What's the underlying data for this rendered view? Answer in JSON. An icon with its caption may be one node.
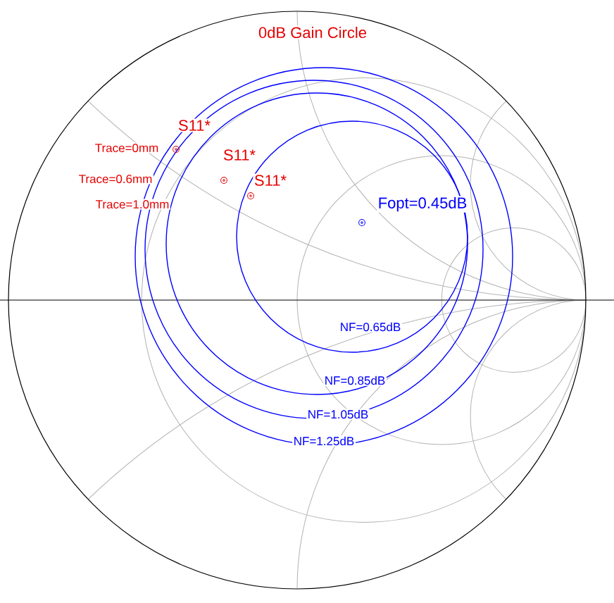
{
  "diagram": {
    "labels": [
      "0dB Gain Circle",
      "S11*",
      "Trace=0mm",
      "S11*",
      "Trace=0.6mm",
      "S11*",
      "Trace=1.0mm",
      "Fopt=0.45dB",
      "NF=0.65dB",
      "NF=0.85dB",
      "NF=1.05dB",
      "NF=1.25dB"
    ]
  }
}
